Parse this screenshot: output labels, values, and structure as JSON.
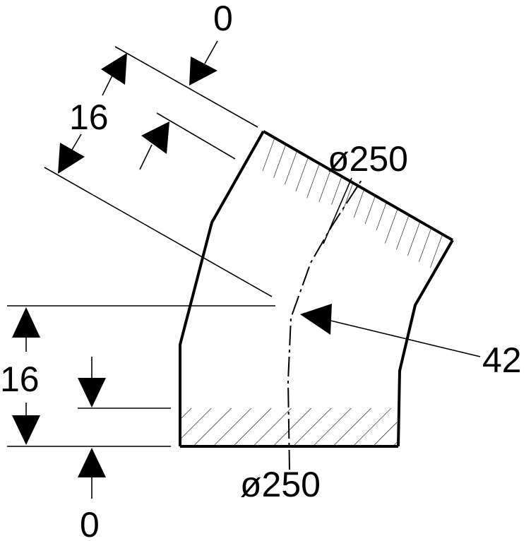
{
  "labels": {
    "top_offset": "0",
    "top_length": "16",
    "top_diameter": "ø250",
    "angle": "42",
    "bottom_length": "16",
    "bottom_offset": "0",
    "bottom_diameter": "ø250"
  },
  "colors": {
    "line": "#000000",
    "background": "#ffffff"
  }
}
